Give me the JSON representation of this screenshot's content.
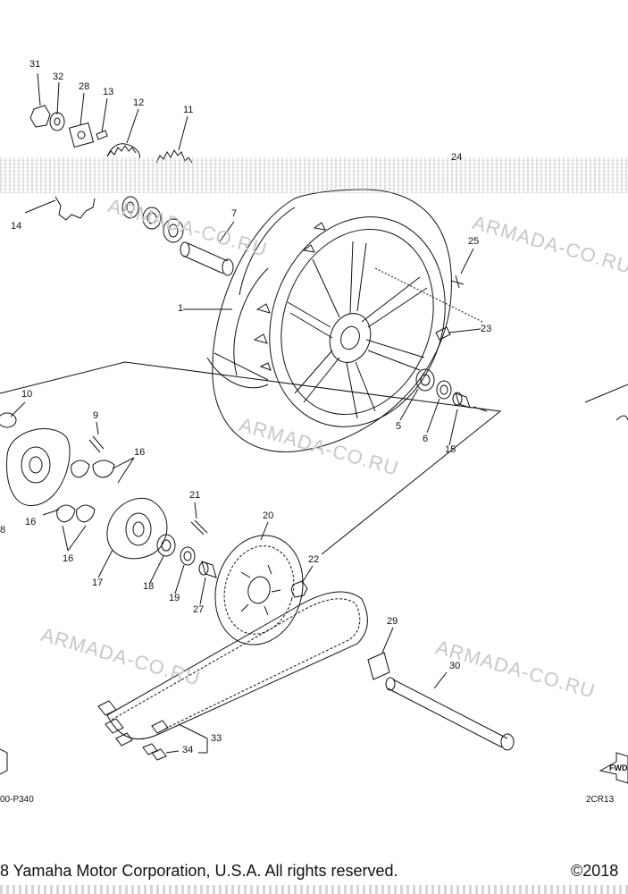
{
  "callouts": [
    {
      "id": "c31",
      "text": "31"
    },
    {
      "id": "c32",
      "text": "32"
    },
    {
      "id": "c28",
      "text": "28"
    },
    {
      "id": "c13",
      "text": "13"
    },
    {
      "id": "c12",
      "text": "12"
    },
    {
      "id": "c11",
      "text": "11"
    },
    {
      "id": "c24",
      "text": "24"
    },
    {
      "id": "c14",
      "text": "14"
    },
    {
      "id": "c7",
      "text": "7"
    },
    {
      "id": "c25",
      "text": "25"
    },
    {
      "id": "c1",
      "text": "1"
    },
    {
      "id": "c23",
      "text": "23"
    },
    {
      "id": "c10",
      "text": "10"
    },
    {
      "id": "c9",
      "text": "9"
    },
    {
      "id": "c16a",
      "text": "16"
    },
    {
      "id": "c16b",
      "text": "16"
    },
    {
      "id": "c16c",
      "text": "16"
    },
    {
      "id": "c5",
      "text": "5"
    },
    {
      "id": "c6",
      "text": "6"
    },
    {
      "id": "c15",
      "text": "15"
    },
    {
      "id": "c8",
      "text": "8"
    },
    {
      "id": "c21",
      "text": "21"
    },
    {
      "id": "c20",
      "text": "20"
    },
    {
      "id": "c22",
      "text": "22"
    },
    {
      "id": "c17",
      "text": "17"
    },
    {
      "id": "c18",
      "text": "18"
    },
    {
      "id": "c19",
      "text": "19"
    },
    {
      "id": "c27",
      "text": "27"
    },
    {
      "id": "c29",
      "text": "29"
    },
    {
      "id": "c30",
      "text": "30"
    },
    {
      "id": "c33",
      "text": "33"
    },
    {
      "id": "c34",
      "text": "34"
    }
  ],
  "watermark": "ARMADA-CO.RU",
  "codes": {
    "left": "00-P340",
    "right": "2CR13"
  },
  "footer": {
    "copyright": "8 Yamaha Motor Corporation, U.S.A. All rights reserved.",
    "year": "©2018"
  },
  "fwd_label": "FWD"
}
